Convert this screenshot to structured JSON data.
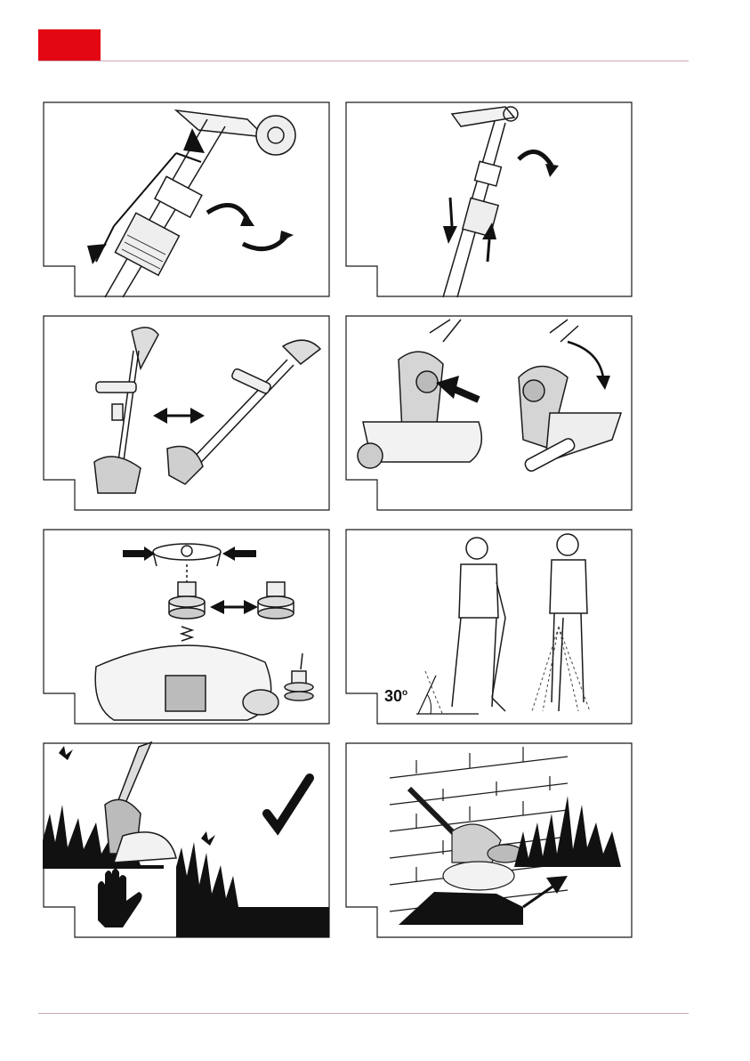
{
  "document": {
    "accent_color": "#e30613",
    "rule_color": "#c9a8b0",
    "line_color": "#1a1a1a"
  },
  "panels": [
    {
      "id": "extend-shaft",
      "icons": [
        "telescopic-shaft-icon",
        "double-arrow-icon",
        "rotate-arrow-icon"
      ]
    },
    {
      "id": "lock-shaft",
      "icons": [
        "telescopic-shaft-icon",
        "rotate-arrow-icon"
      ]
    },
    {
      "id": "adjust-handle",
      "icons": [
        "trimmer-icon",
        "double-arrow-icon"
      ]
    },
    {
      "id": "tilt-head",
      "icons": [
        "trimmer-head-icon",
        "push-arrow-icon",
        "curved-arrow-icon"
      ]
    },
    {
      "id": "replace-spool",
      "icons": [
        "spool-cover-icon",
        "spool-icon",
        "spring-icon"
      ]
    },
    {
      "id": "working-position",
      "icons": [
        "operator-icon"
      ],
      "angle_label": "30",
      "angle_unit": "o"
    },
    {
      "id": "correct-use",
      "icons": [
        "check-mark-icon",
        "stop-hand-icon",
        "butterfly-icon",
        "grass-icon"
      ]
    },
    {
      "id": "edging-wall",
      "icons": [
        "brick-wall-icon",
        "grass-icon",
        "direction-arrow-icon"
      ]
    }
  ]
}
